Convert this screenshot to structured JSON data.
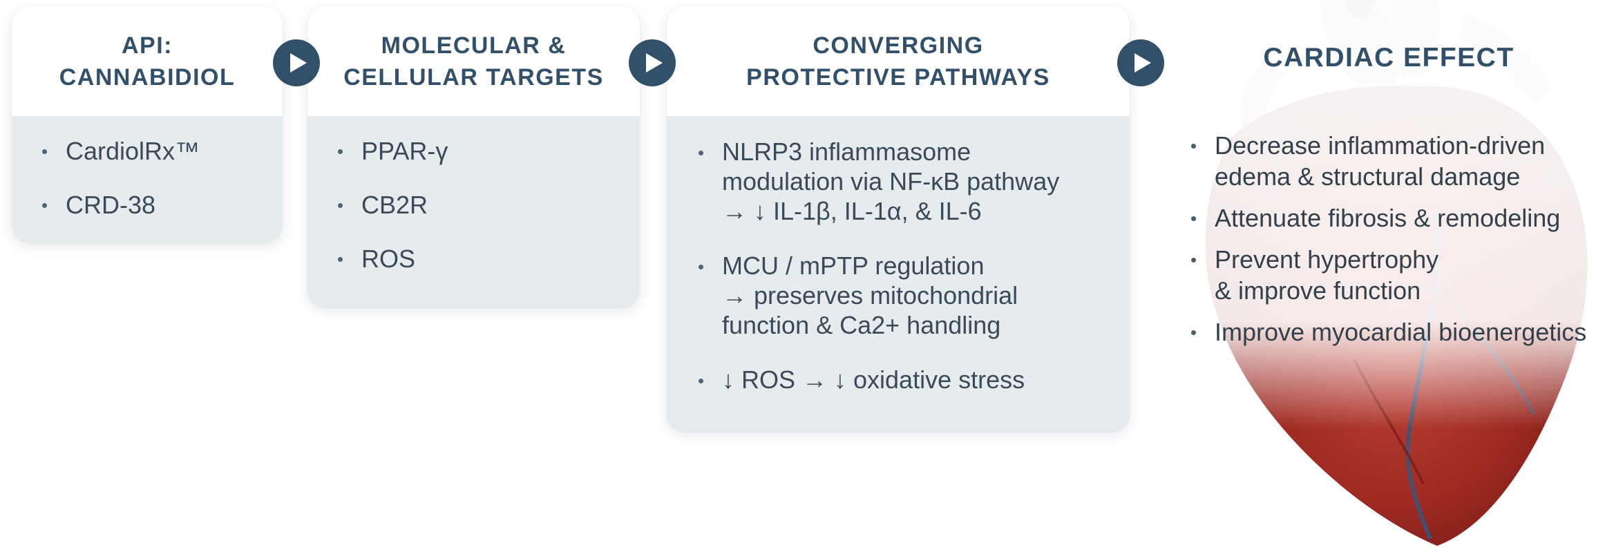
{
  "steps": [
    {
      "title": "API:\nCANNABIDIOL",
      "items": [
        "CardiolRx™",
        "CRD-38"
      ]
    },
    {
      "title": "MOLECULAR &\nCELLULAR TARGETS",
      "items": [
        "PPAR-γ",
        "CB2R",
        "ROS"
      ]
    },
    {
      "title": "CONVERGING\nPROTECTIVE PATHWAYS",
      "items": [
        "NLRP3 inflammasome\nmodulation via NF-κB pathway\n→ ↓ IL-1β, IL-1α, & IL-6",
        "MCU / mPTP regulation\n→ preserves mitochondrial\nfunction & Ca2+ handling",
        "↓ ROS → ↓ oxidative stress"
      ]
    }
  ],
  "effect": {
    "title": "CARDIAC EFFECT",
    "items": [
      "Decrease inflammation-driven\nedema & structural damage",
      "Attenuate fibrosis & remodeling",
      "Prevent hypertrophy\n& improve function",
      "Improve myocardial bioenergetics"
    ]
  },
  "colors": {
    "title": "#33506a",
    "card_body": "#e6ebee",
    "arrow": "#33506a",
    "heart_red": "#9e2a22"
  },
  "icons": [
    "play-arrow-icon",
    "heart-illustration"
  ]
}
